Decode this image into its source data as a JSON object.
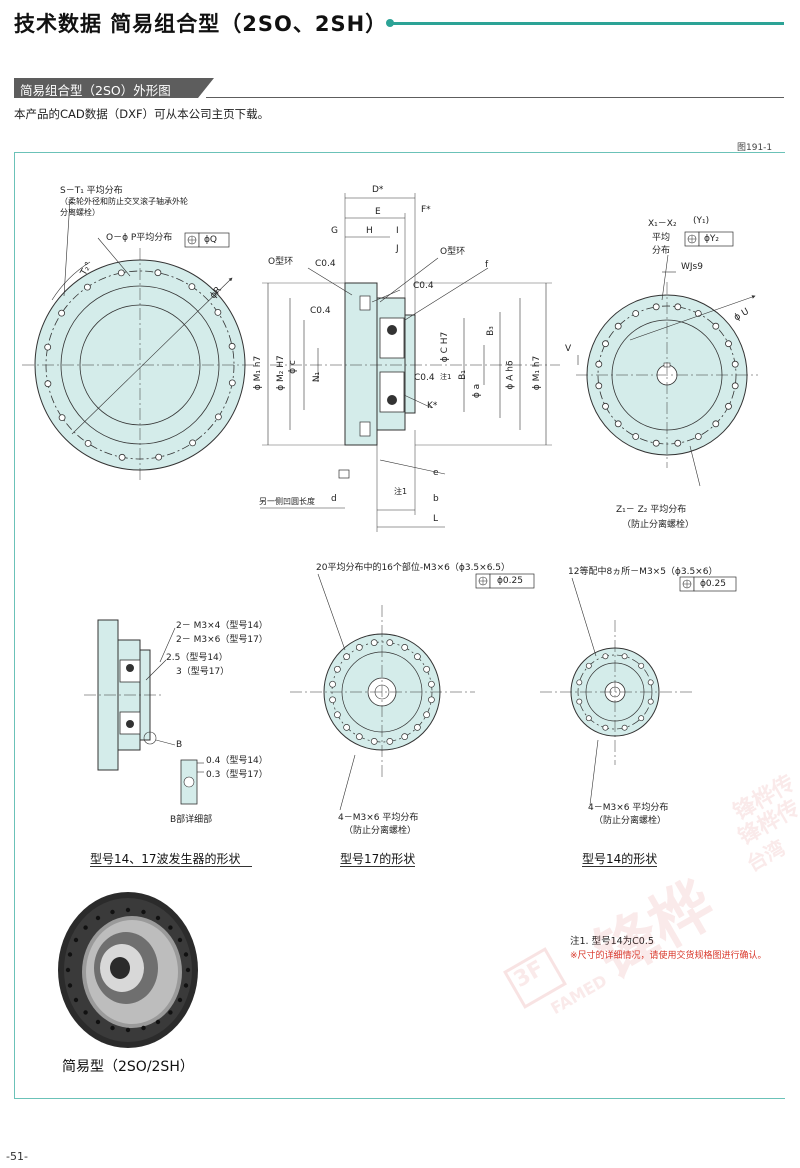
{
  "header": {
    "title": "技术数据 简易组合型（2SO、2SH）"
  },
  "section": {
    "label": "简易组合型（2SO）外形图",
    "cad_note": "本产品的CAD数据（DXF）可从本公司主页下载。",
    "figure_id": "图191-1"
  },
  "left_view": {
    "s_t": "S－T₁ 平均分布",
    "s_t_note1": "（柔轮外径和防止交叉滚子轴承外轮",
    "s_t_note2": "分离螺栓）",
    "o_p": "O－ϕ P平均分布",
    "phi_q": "ϕQ",
    "phi_r": "ϕR",
    "t2": "T₂°"
  },
  "section_view": {
    "d_star": "D*",
    "e": "E",
    "f_star": "F*",
    "g": "G",
    "h": "H",
    "i": "I",
    "j": "J",
    "o_ring1": "O型环",
    "o_ring2": "O型环",
    "c04a": "C0.4",
    "c04b": "C0.4",
    "c04c": "C0.4",
    "c04d": "C0.4",
    "note1_sup": "注1",
    "f_small": "f",
    "b3": "B₃",
    "b1": "B₁",
    "k_star": "K*",
    "e_small": "e",
    "b_small": "b",
    "l": "L",
    "d_small": "d",
    "note1b": "注1",
    "recess": "另一侧凹圆长度",
    "phi_m_h7": "ϕ  M₁ h7",
    "phi_m2_h7": "ϕ  M₂ H7",
    "phi_c": "ϕ  c",
    "n1": "N₁",
    "phi_c_h7": "ϕ  C H7",
    "phi_a": "ϕ  a",
    "phi_a_h6": "ϕ  A h6",
    "phi_m_h7_r": "ϕ  M₁ h7"
  },
  "right_view": {
    "x": "X₁－X₂",
    "y": "(Y₁)",
    "avg": "平均",
    "dist": "分布",
    "phi_y2": "ϕY₂",
    "wjs9": "WJs9",
    "phi_u": "ϕ U",
    "v": "V",
    "z": "Z₁－ Z₂ 平均分布",
    "z_note": "（防止分离螺栓）"
  },
  "wave_detail": {
    "m3x4": "2－ M3×4（型号14）",
    "m3x6": "2－ M3×6（型号17）",
    "d25": "2.5（型号14）",
    "d3": "3（型号17）",
    "b": "B",
    "t04": "0.4（型号14）",
    "t03": "0.3（型号17）",
    "b_detail": "B部详细部",
    "caption": "型号14、17波发生器的形状"
  },
  "model17": {
    "top": "20平均分布中的16个部位-M3×6（ϕ3.5×6.5）",
    "tol": "ϕ0.25",
    "bottom1": "4－M3×6 平均分布",
    "bottom2": "（防止分离螺栓）",
    "caption": "型号17的形状"
  },
  "model14": {
    "top": "12等配中8ヵ所－M3×5（ϕ3.5×6）",
    "tol": "ϕ0.25",
    "bottom1": "4－M3×6 平均分布",
    "bottom2": "（防止分离螺栓）",
    "caption": "型号14的形状"
  },
  "notes": {
    "n1": "注1. 型号14为C0.5",
    "n2": "※尺寸的详细情况，请使用交货规格图进行确认。"
  },
  "photo": {
    "caption": "简易型（2SO/2SH）"
  },
  "watermark": {
    "brand": "锋桦",
    "logo": "3F",
    "famed": "FAMED",
    "side1": "锋桦传",
    "side2": "锋桦传",
    "side3": "台湾"
  },
  "footer": {
    "page": "-51-"
  },
  "colors": {
    "accent": "#2ca396",
    "part_fill": "#d4ecea",
    "line": "#333333"
  }
}
